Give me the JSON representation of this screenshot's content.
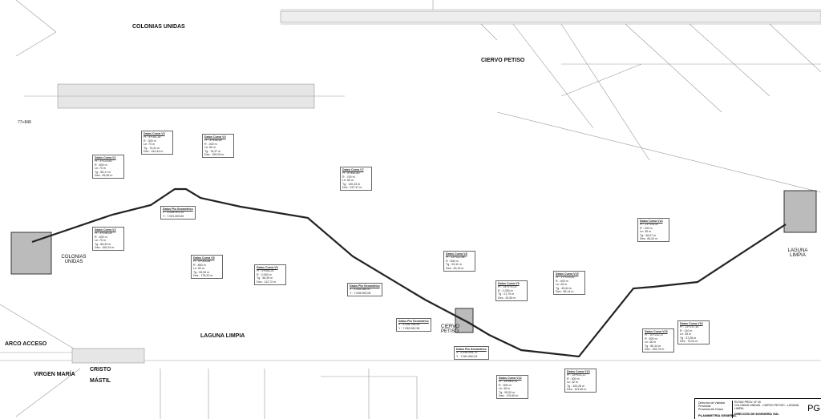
{
  "places": {
    "colonias_top": "COLONIAS UNIDAS",
    "ciervo_top": "CIERVO PETISO",
    "colonias": "COLONIAS UNIDAS",
    "ciervo": "CIERVO PETISO",
    "laguna": "LAGUNA LIMPIA",
    "laguna_bottom": "LAGUNA LIMPIA",
    "arco": "ARCO ACCESO",
    "virgen": "VIRGEN MARÍA",
    "cristo": "CRISTO",
    "mastil": "MÁSTIL"
  },
  "curves": [
    {
      "title": "Datos Curva V1",
      "lines": [
        "PI : 3+123,83",
        "R : 600 m",
        "Le: 70 m",
        "Tg : 55,17 m",
        "Des : 99,99 m"
      ]
    },
    {
      "title": "Datos Curva V3",
      "lines": [
        "PI : 4+051,34",
        "R : 300 m",
        "Le: 70 m",
        "Tg : 74,41 m",
        "Des : 144,44 m"
      ]
    },
    {
      "title": "Datos Curva V4",
      "lines": [
        "PI : 4+436,48",
        "R : 400 m",
        "Le: 60 m",
        "Tg : 76,37 m",
        "Des : 150,09 m"
      ]
    },
    {
      "title": "Datos Curva V7",
      "lines": [
        "PI : 8+462,80",
        "R : 700 m",
        "Le: 60 m",
        "Tg : 120,43 m",
        "Des : 237,37 m"
      ]
    },
    {
      "title": "Datos Curva V2",
      "lines": [
        "PI : 3+234,05",
        "R : 400 m",
        "Le: 70 m",
        "Tg : 85,33 m",
        "Des : 169,24 m"
      ]
    },
    {
      "title": "Datos Curva V5",
      "lines": [
        "PI : 5+093,84",
        "R : 800 m",
        "Le: 60 m",
        "Tg : 59,36 m",
        "Des : 178,32 m"
      ]
    },
    {
      "title": "Datos Curva V6",
      "lines": [
        "PI : 5+654,25",
        "R : 2.000 m",
        "Tg : 56,35 m",
        "Des : 112,72 m"
      ]
    },
    {
      "title": "Datos  Pto Geometrico",
      "lines": [
        "X : 5.534.001,32",
        "Y : 7.001.609,62"
      ]
    },
    {
      "title": "Datos Curva V8",
      "lines": [
        "PI : 13+322,58",
        "R : 600 m",
        "Tg : 20,11 m",
        "Des : 40,19 m"
      ]
    },
    {
      "title": "Datos  Pto Geometrico",
      "lines": [
        "X : 5.535.365,57",
        "Y : 7.008.053,06"
      ]
    },
    {
      "title": "Datos  Pto Geometrico",
      "lines": [
        "X : 5.536.156,59",
        "Y : 7.059.962,96"
      ]
    },
    {
      "title": "Datos Curva V9",
      "lines": [
        "PI : 14+474,01",
        "R : 1.000 m",
        "Tg : 21,75 m",
        "Des : 43,50 m"
      ]
    },
    {
      "title": "Datos Curva V10",
      "lines": [
        "PI : 17+075,42",
        "R : 400 m",
        "Le: 45 m",
        "Tg : 49,44 m",
        "Des : 98,14 m"
      ]
    },
    {
      "title": "Datos Curva V14",
      "lines": [
        "PI : 21+151,67",
        "R : 100 m",
        "Le: 35 m",
        "Tg : 46,37 m",
        "Des : 84,61 m"
      ]
    },
    {
      "title": "Datos Curva V15",
      "lines": [
        "PI : 20+232,37",
        "R : 500 m",
        "Le: 48 m",
        "Tg : 80,14 m",
        "Des : 159,79 m"
      ]
    },
    {
      "title": "Datos Curva V16",
      "lines": [
        "PI : 23+147,44",
        "R : 110 m",
        "Le: 35 m",
        "Tg : 37,28 m",
        "Des : 70,02 m"
      ]
    },
    {
      "title": "Datos Curva V13",
      "lines": [
        "PI : 18+633,12",
        "R : 300 m",
        "Le: 42 m",
        "Tg : 102,26 m",
        "Des : 191,50 m"
      ]
    },
    {
      "title": "Datos Curva V12",
      "lines": [
        "PI : 15+601,11",
        "R : 500 m",
        "Le: 48 m",
        "Tg : 90,00 m",
        "Des : 176,50 m"
      ]
    },
    {
      "title": "Datos  Pto Geometrico",
      "lines": [
        "X : 5.536.554,70",
        "Y : 7.061.650,04"
      ]
    }
  ],
  "title_block": {
    "org": "Dirección de Vialidad Provincial",
    "prov": "Provincia del Chaco",
    "route": "RUTAS PROV. Nº 30",
    "section": "COLONIAS UNIDAS - CIERVO PETISO - LAGUNA LIMPIA",
    "office": "DIRECCIÓN DE INGENIERÍA VIAL",
    "sheet": "PLANIMETRÍA GENERAL",
    "code": "PG"
  },
  "markers": {
    "top_station": "77+849"
  }
}
